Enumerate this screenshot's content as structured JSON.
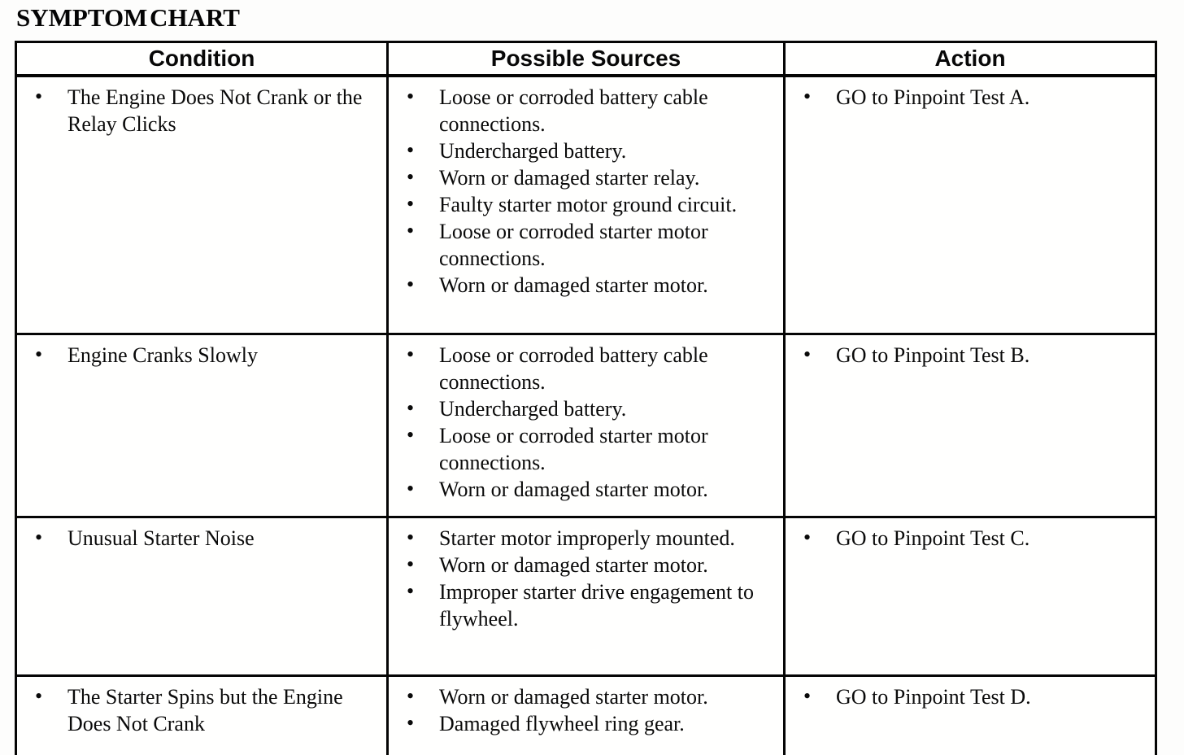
{
  "title": "SYMPTOM CHART",
  "table": {
    "columns": [
      "Condition",
      "Possible Sources",
      "Action"
    ],
    "rows": [
      {
        "condition": "The Engine Does Not Crank or the Relay Clicks",
        "sources": [
          "Loose or corroded battery cable connections.",
          "Undercharged battery.",
          "Worn or damaged starter relay.",
          "Faulty starter motor ground circuit.",
          "Loose or corroded starter motor connections.",
          "Worn or damaged starter motor."
        ],
        "action": "GO to Pinpoint Test A."
      },
      {
        "condition": "Engine Cranks Slowly",
        "sources": [
          "Loose or corroded battery cable connections.",
          "Undercharged battery.",
          "Loose or corroded starter motor connections.",
          "Worn or damaged starter motor."
        ],
        "action": "GO to Pinpoint Test B."
      },
      {
        "condition": "Unusual Starter Noise",
        "sources": [
          "Starter motor improperly mounted.",
          "Worn or damaged starter motor.",
          "Improper starter drive engagement to flywheel."
        ],
        "action": "GO to Pinpoint Test C."
      },
      {
        "condition": "The Starter Spins but the Engine Does Not Crank",
        "sources": [
          "Worn or damaged starter motor.",
          "Damaged flywheel ring gear."
        ],
        "action": "GO to Pinpoint Test D."
      }
    ]
  },
  "colors": {
    "ink": "#0a0a0a",
    "paper": "#fdfdfc"
  }
}
